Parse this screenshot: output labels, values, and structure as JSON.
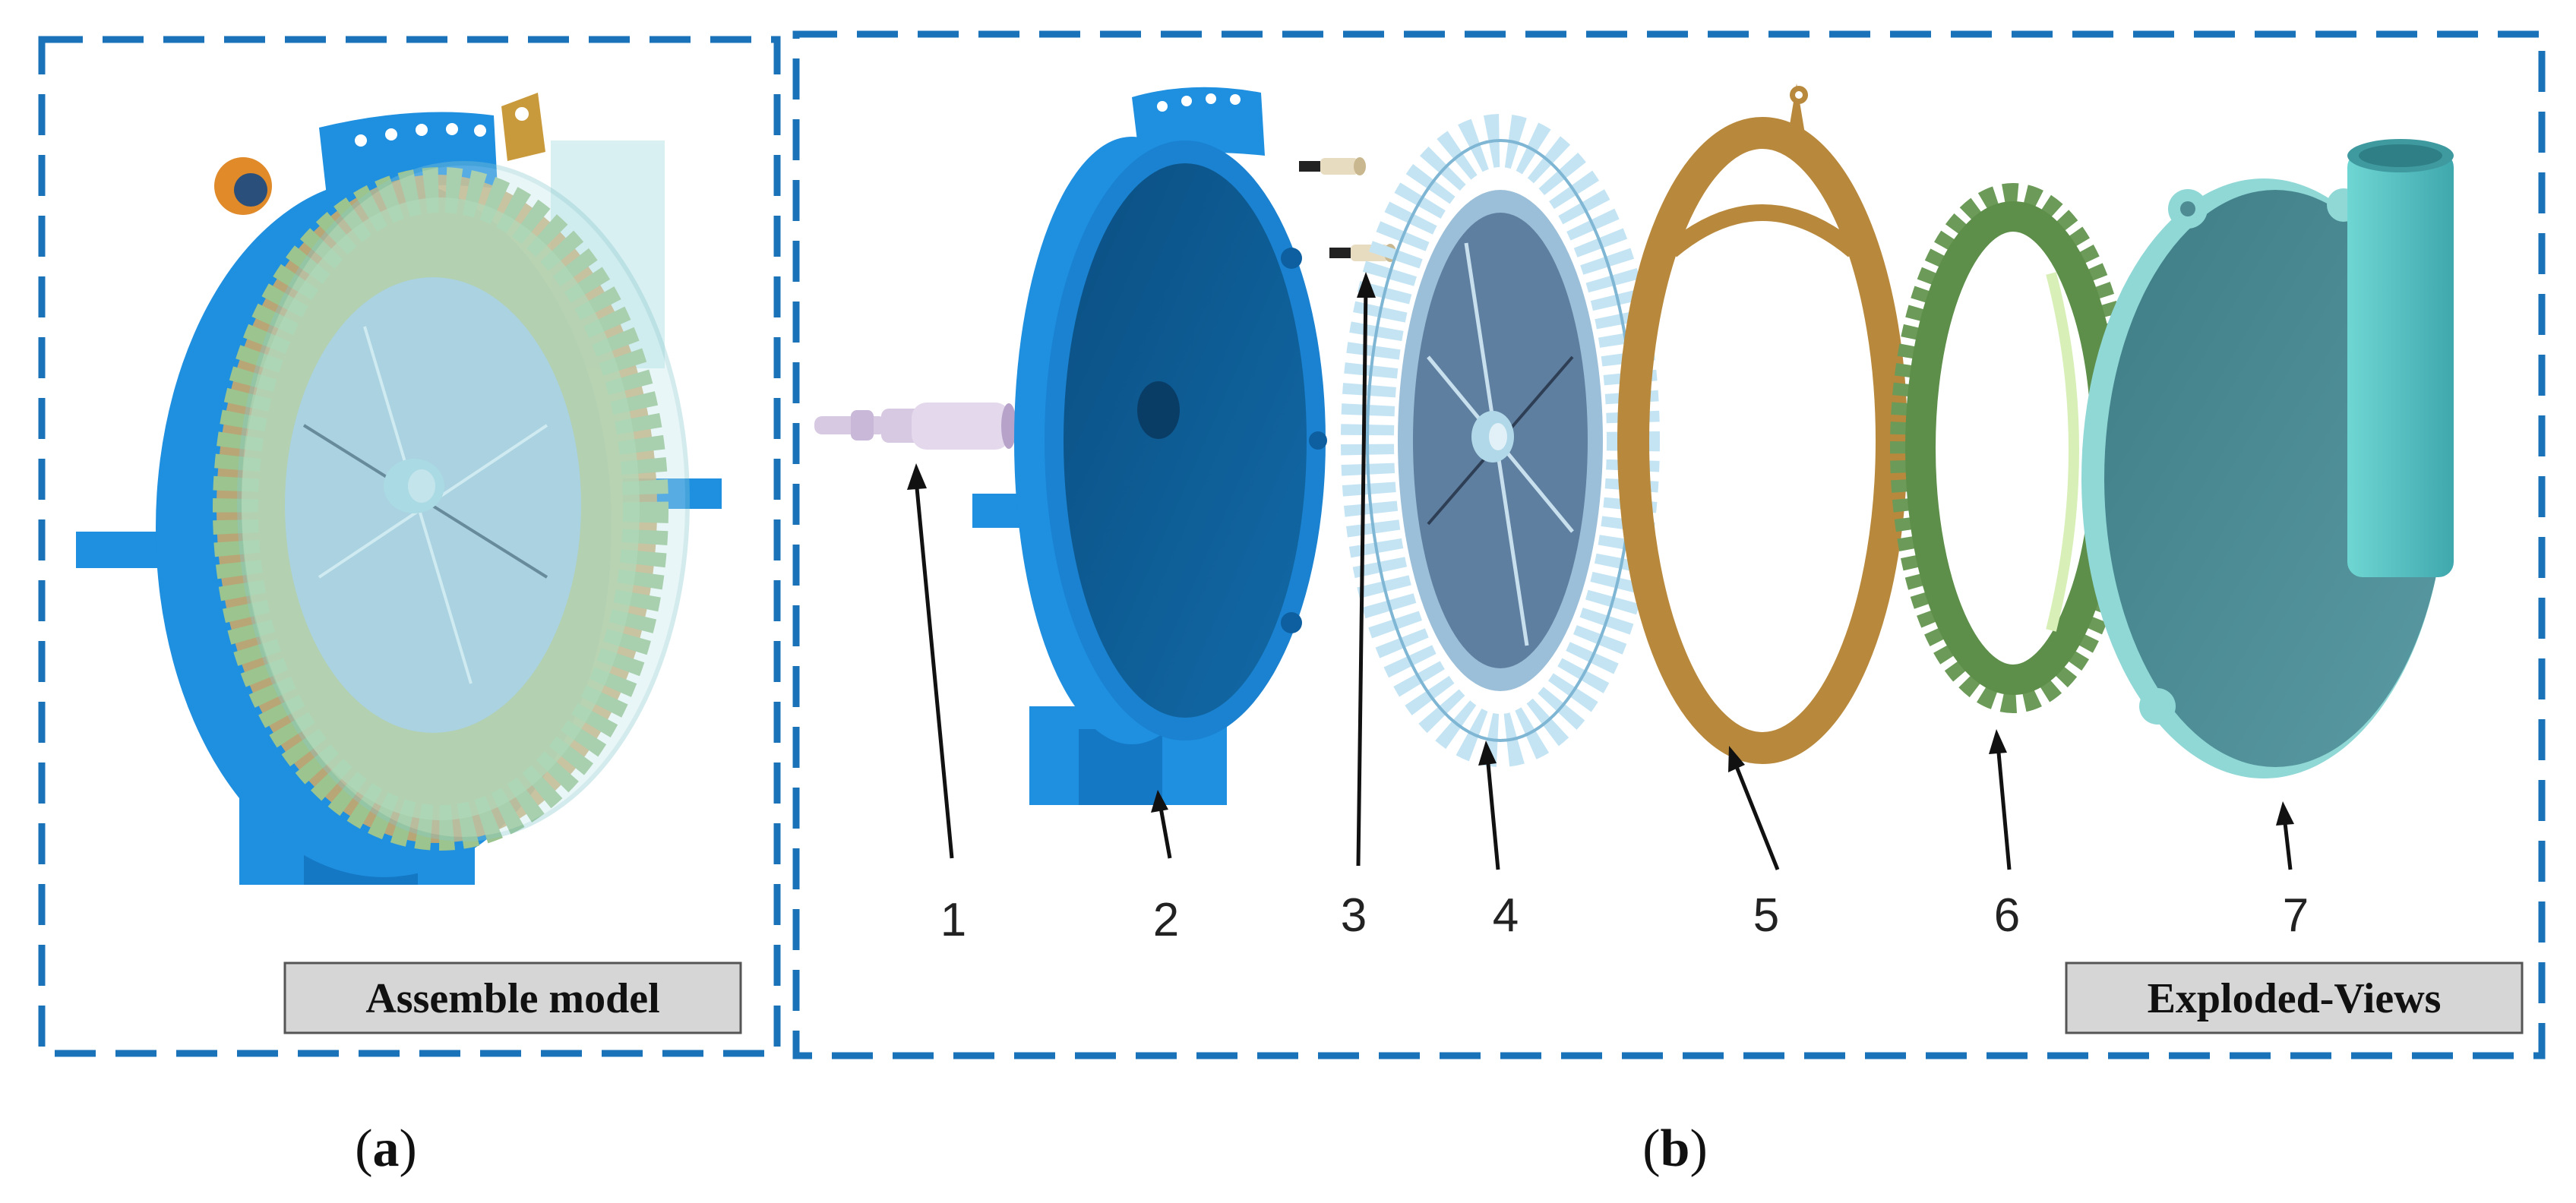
{
  "panel_a": {
    "caption_open": "(",
    "caption_letter": "a",
    "caption_close": ")",
    "box_label": "Assemble model"
  },
  "panel_b": {
    "caption_open": "(",
    "caption_letter": "b",
    "caption_close": ")",
    "box_label": "Exploded-Views"
  },
  "callouts": [
    "1",
    "2",
    "3",
    "4",
    "5",
    "6",
    "7"
  ],
  "colors": {
    "frame": "#1a73b8",
    "housing_blue": "#1f8fe0",
    "plate_dark": "#0c5a92",
    "impeller_light": "#b4dcf2",
    "gasket_gold": "#b8893c",
    "ring_green": "#5e8f4a",
    "cover_teal": "#4f8b93",
    "shaft": "#d7c9e2"
  }
}
